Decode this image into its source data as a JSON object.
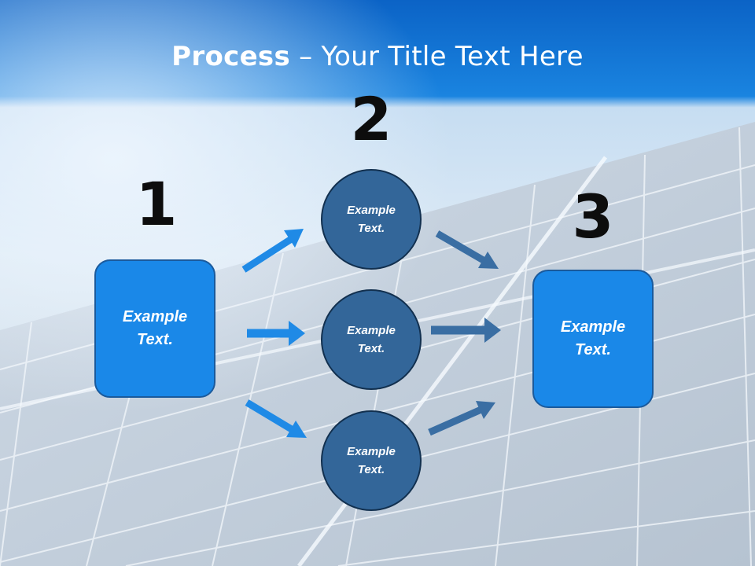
{
  "slide": {
    "title_bold": "Process",
    "title_rest": " – Your Title Text Here"
  },
  "steps": [
    {
      "number": "1",
      "box_label": "Example\nText."
    },
    {
      "number": "2",
      "circles": [
        "Example\nText.",
        "Example\nText.",
        "Example\nText."
      ]
    },
    {
      "number": "3",
      "box_label": "Example\nText."
    }
  ],
  "colors": {
    "header_blue": "#0a6fcf",
    "box_fill": "#1a88e8",
    "circle_fill": "#336699",
    "arrow_light": "#1f8ae6",
    "arrow_dark": "#3a6ea3"
  }
}
